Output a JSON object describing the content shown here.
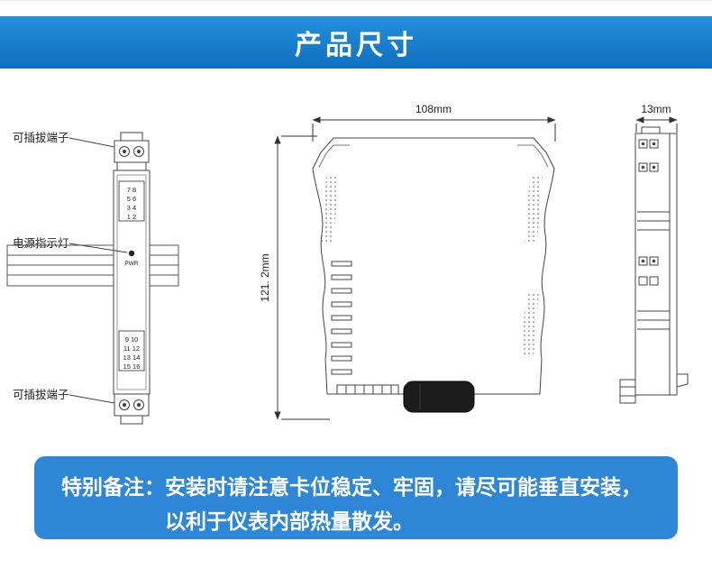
{
  "header": {
    "title": "产品尺寸"
  },
  "front_view": {
    "label_terminal_top": "可插拔端子",
    "label_power_led": "电源指示灯",
    "label_terminal_bottom": "可插拔端子",
    "pwr_label": "PWR",
    "top_terminal_rows": [
      "7 8",
      "5 6",
      "3 4",
      "1 2"
    ],
    "bottom_terminal_rows": [
      "9 10",
      "11 12",
      "13 14",
      "15 16"
    ]
  },
  "dimensions": {
    "width": "108mm",
    "height": "121. 2mm",
    "depth": "13mm"
  },
  "note": {
    "prefix": "特别备注：",
    "line1": "安装时请注意卡位稳定、牢固，请尽可能垂直安装，",
    "line2": "以利于仪表内部热量散发。"
  },
  "colors": {
    "header_blue": "#1677c8",
    "note_blue": "#2e86d6",
    "line_color": "#444444"
  }
}
